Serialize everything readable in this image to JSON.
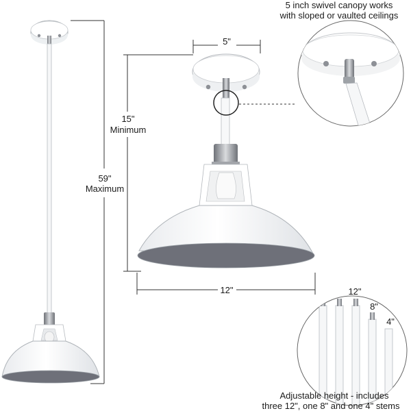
{
  "palette": {
    "lamp_white": "#ffffff",
    "lamp_outline": "#9aa0a6",
    "shade_inside": "#6e7079",
    "metal": "#8d9096",
    "dim_line": "#333333",
    "text": "#1a1a1a"
  },
  "labels": {
    "max_value": "59\"",
    "max_word": "Maximum",
    "min_value": "15\"",
    "min_word": "Minimum",
    "canopy_width": "5\"",
    "shade_width": "12\"",
    "canopy_note_1": "5 inch swivel canopy works",
    "canopy_note_2": "with sloped or vaulted ceilings",
    "stem_12": "12\"",
    "stem_8": "8\"",
    "stem_4": "4\"",
    "stems_note_1": "Adjustable height - includes",
    "stems_note_2": "three 12\", one 8\" and one 4\" stems"
  },
  "stems": [
    {
      "label": "12\"",
      "length_in": 12
    },
    {
      "label": "12\"",
      "length_in": 12
    },
    {
      "label": "12\"",
      "length_in": 12
    },
    {
      "label": "8\"",
      "length_in": 8
    },
    {
      "label": "4\"",
      "length_in": 4
    }
  ]
}
